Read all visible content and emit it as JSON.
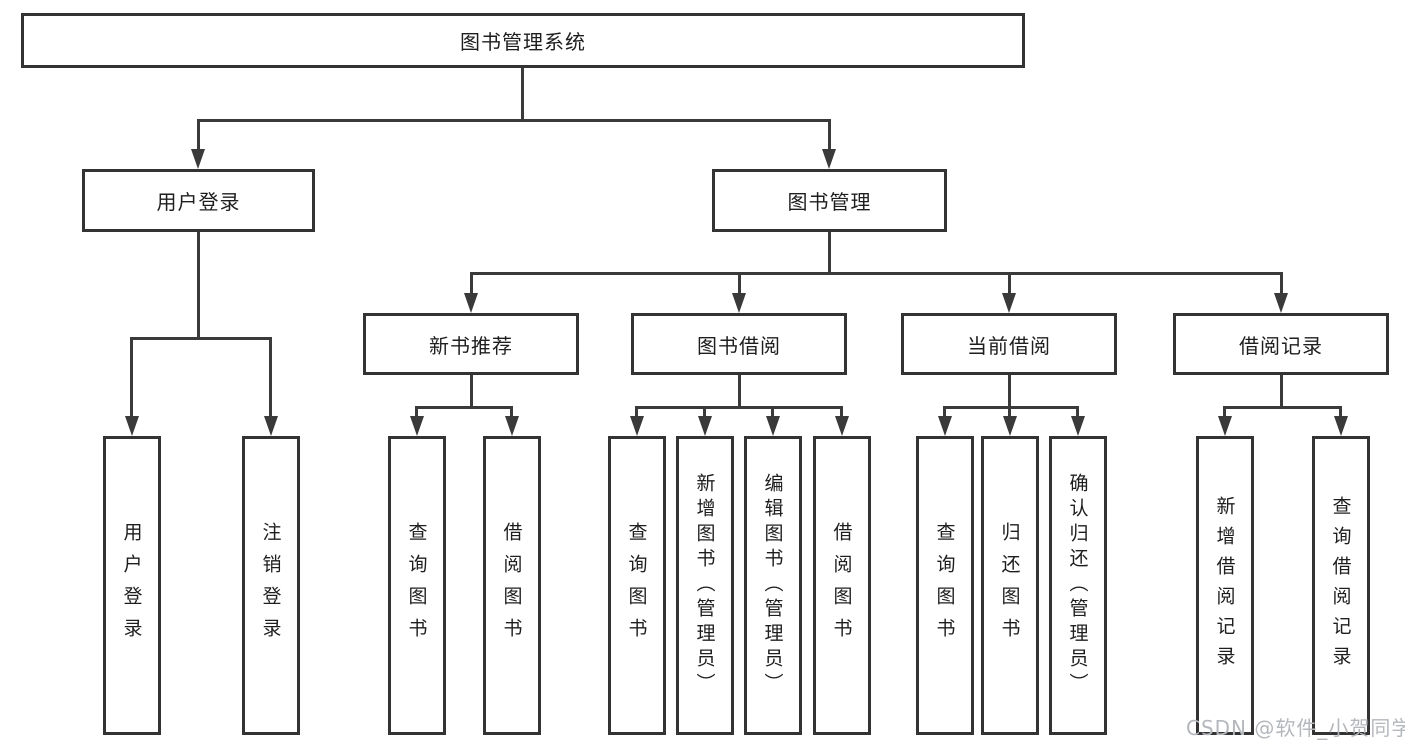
{
  "diagram_title": "图书管理系统",
  "nodes": {
    "root": {
      "label": "图书管理系统"
    },
    "user_login": {
      "label": "用户登录"
    },
    "book_management": {
      "label": "图书管理"
    },
    "new_book_recommend": {
      "label": "新书推荐"
    },
    "book_borrow": {
      "label": "图书借阅"
    },
    "current_borrow": {
      "label": "当前借阅"
    },
    "borrow_records": {
      "label": "借阅记录"
    }
  },
  "leaves": {
    "user_login": [
      {
        "label": "用户登录"
      },
      {
        "label": "注销登录"
      }
    ],
    "new_book_recommend": [
      {
        "label": "查询图书"
      },
      {
        "label": "借阅图书"
      }
    ],
    "book_borrow": [
      {
        "label": "查询图书"
      },
      {
        "label": "新增图书（管理员）"
      },
      {
        "label": "编辑图书（管理员）"
      },
      {
        "label": "借阅图书"
      }
    ],
    "current_borrow": [
      {
        "label": "查询图书"
      },
      {
        "label": "归还图书"
      },
      {
        "label": "确认归还（管理员）"
      }
    ],
    "borrow_records": [
      {
        "label": "新增借阅记录"
      },
      {
        "label": "查询借阅记录"
      }
    ]
  },
  "watermark": "CSDN @软件_小贺同学",
  "colors": {
    "line": "#3a3a3a",
    "border": "#333333",
    "text": "#1e1e1e",
    "watermark": "#b4b8bd",
    "background": "#ffffff"
  }
}
